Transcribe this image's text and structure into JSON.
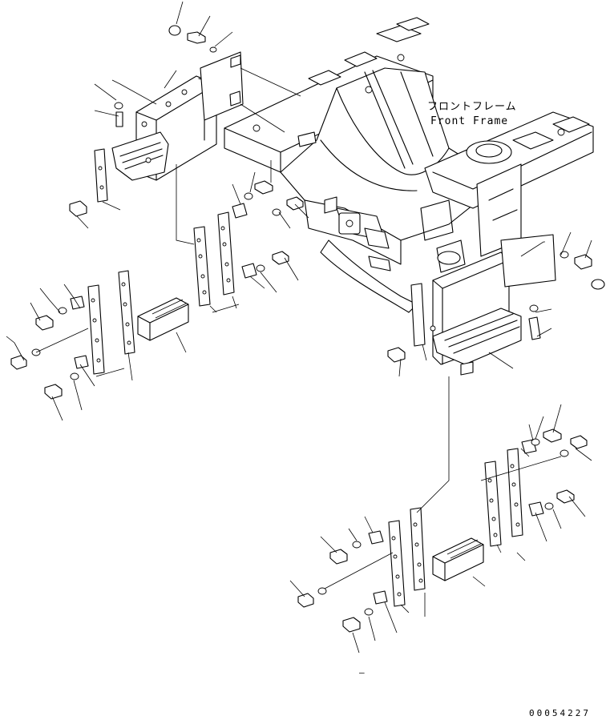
{
  "frame_label": {
    "jp": "フロントフレーム",
    "en": "Front Frame"
  },
  "drawing_number": "00054227",
  "minor_mark": "–"
}
